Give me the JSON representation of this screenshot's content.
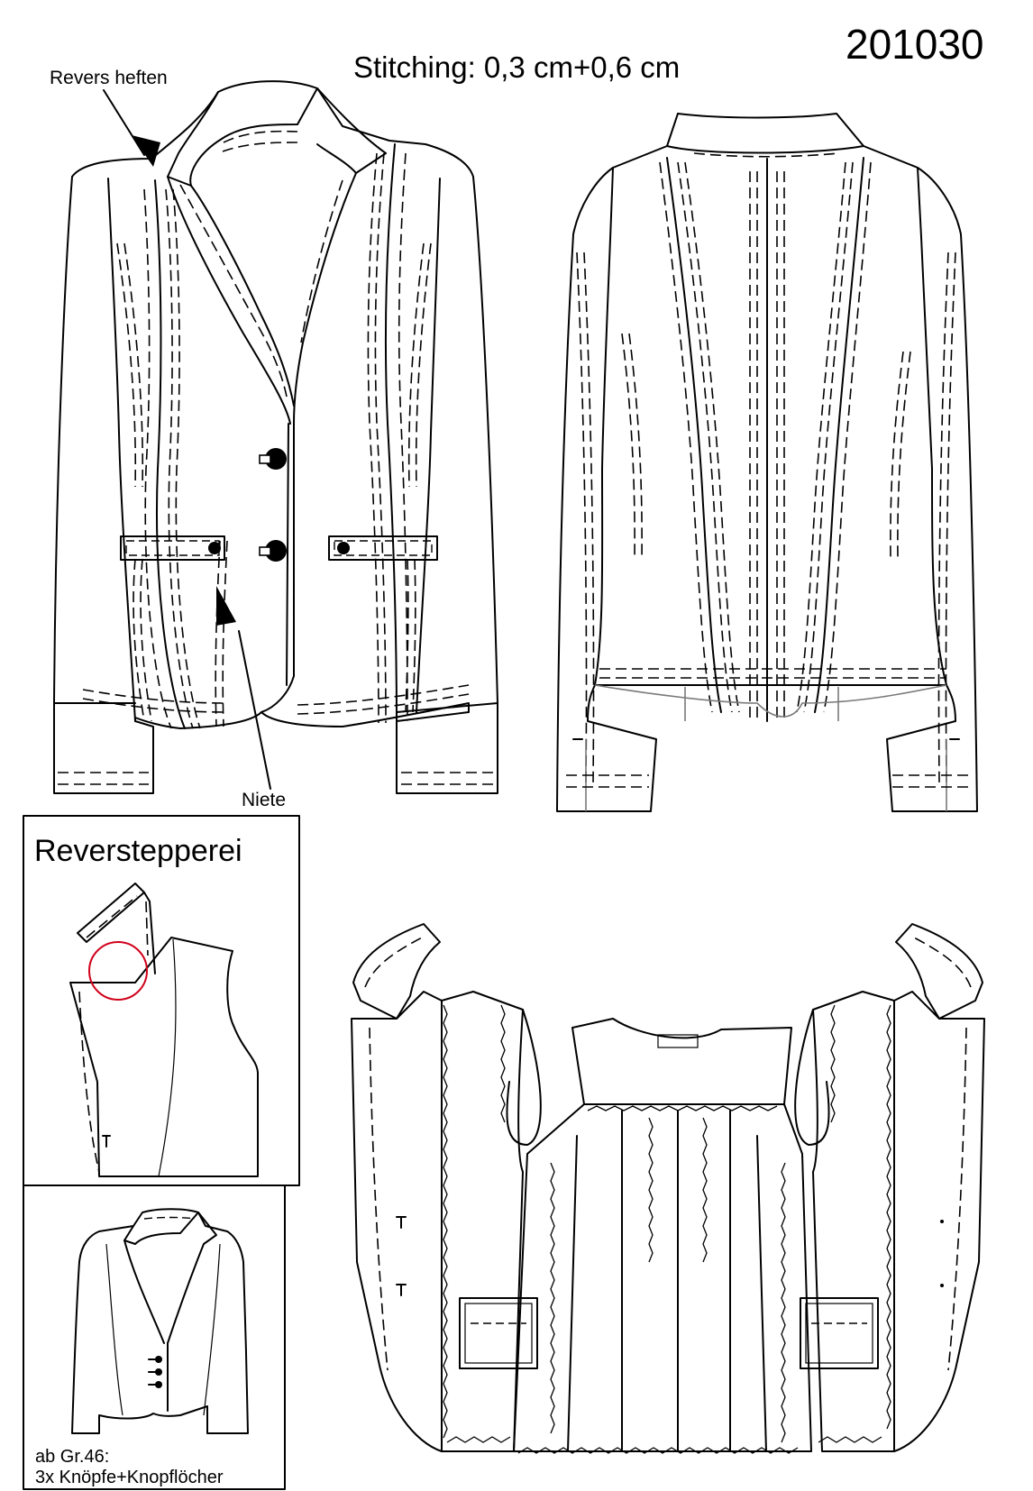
{
  "header": {
    "model_number": "201030",
    "stitching_note": "Stitching: 0,3 cm+0,6 cm"
  },
  "callouts": {
    "revers_label": "Revers heften",
    "rivet_label": "Niete"
  },
  "detail_box": {
    "title": "Reverstepperei",
    "highlight_color": "#d0021b"
  },
  "size_variant": {
    "note_line_1": "ab Gr.46:",
    "note_line_2": "3x Knöpfe+Knopflöcher"
  }
}
